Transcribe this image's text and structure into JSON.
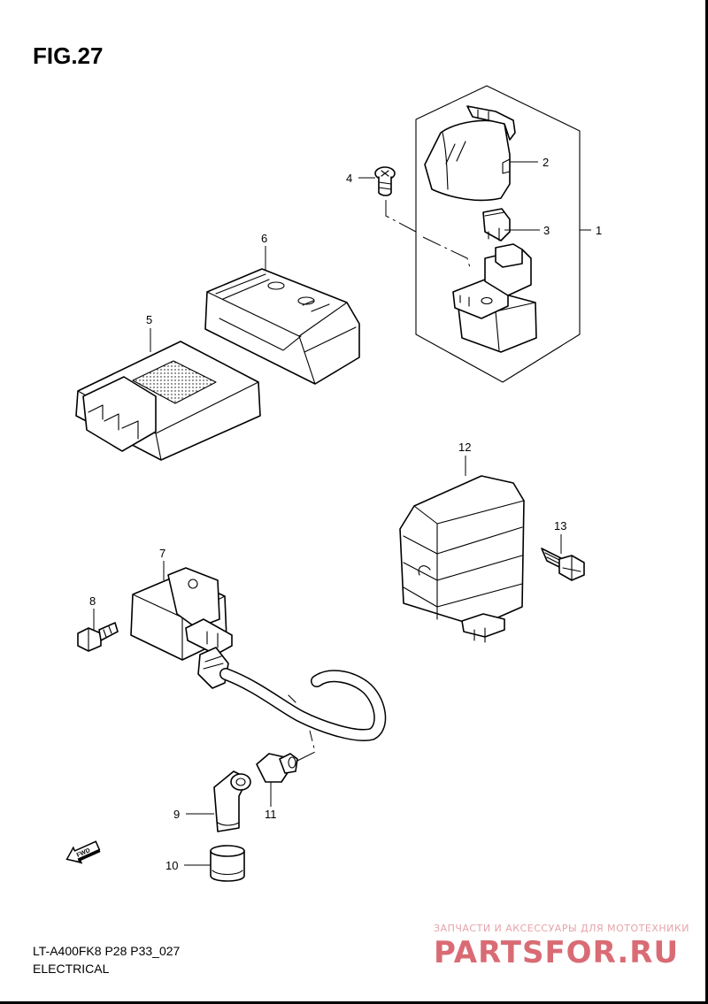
{
  "figure": {
    "title": "FIG.27"
  },
  "callouts": [
    {
      "id": "1",
      "label": "1"
    },
    {
      "id": "2",
      "label": "2"
    },
    {
      "id": "3",
      "label": "3"
    },
    {
      "id": "4",
      "label": "4"
    },
    {
      "id": "5",
      "label": "5"
    },
    {
      "id": "6",
      "label": "6"
    },
    {
      "id": "7",
      "label": "7"
    },
    {
      "id": "8",
      "label": "8"
    },
    {
      "id": "9",
      "label": "9"
    },
    {
      "id": "10",
      "label": "10"
    },
    {
      "id": "11",
      "label": "11"
    },
    {
      "id": "12",
      "label": "12"
    },
    {
      "id": "13",
      "label": "13"
    }
  ],
  "fwd_marker": {
    "label": "FWD",
    "icon": "forward-arrow-icon"
  },
  "footer": {
    "model_code": "LT-A400FK8 P28 P33_027",
    "section_name": "ELECTRICAL"
  },
  "watermark": {
    "tagline": "ЗАПЧАСТИ И АКСЕССУАРЫ ДЛЯ МОТОТЕХНИКИ",
    "brand": "PARTSFOR.RU"
  },
  "colors": {
    "ink": "#000000",
    "background": "#ffffff",
    "watermark": "#d96b74"
  }
}
